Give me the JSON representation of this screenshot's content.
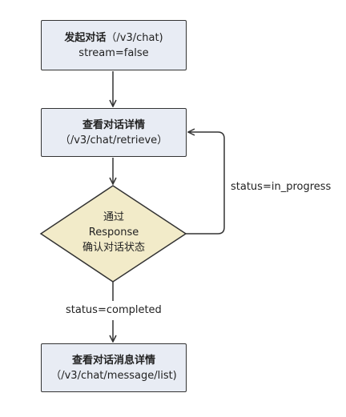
{
  "colors": {
    "box_fill": "#e8ecf4",
    "decision_fill": "#f2ebc9",
    "stroke": "#333333",
    "text": "#222222"
  },
  "nodes": {
    "start": {
      "title": "发起对话",
      "endpoint": "（/v3/chat)",
      "detail": "stream=false"
    },
    "retrieve": {
      "title": "查看对话详情",
      "endpoint": "（/v3/chat/retrieve）"
    },
    "decision": {
      "line1": "通过",
      "line2": "Response",
      "line3": "确认对话状态"
    },
    "message_list": {
      "title": "查看对话消息详情",
      "endpoint": "（/v3/chat/message/list)"
    }
  },
  "edges": {
    "loop_label": "status=in_progress",
    "completed_label": "status=completed"
  }
}
